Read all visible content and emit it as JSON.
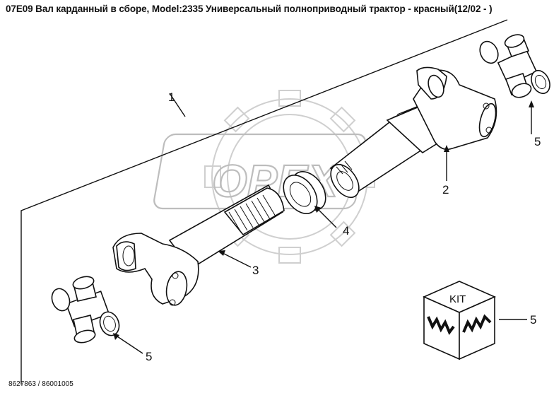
{
  "header": {
    "title": "07E09 Вал карданный в сборе, Model:2335 Универсальный полноприводный трактор - красный(12/02 - )"
  },
  "callouts": {
    "c1": "1",
    "c2": "2",
    "c3": "3",
    "c4": "4",
    "c5_top": "5",
    "c5_bottom": "5",
    "c5_kit": "5"
  },
  "kit_label": "KIT",
  "watermark": "OPEX",
  "drawing_code": "8627863 / 86001005",
  "colors": {
    "line": "#111111",
    "watermark": "#bdbdbd",
    "background": "#ffffff"
  }
}
